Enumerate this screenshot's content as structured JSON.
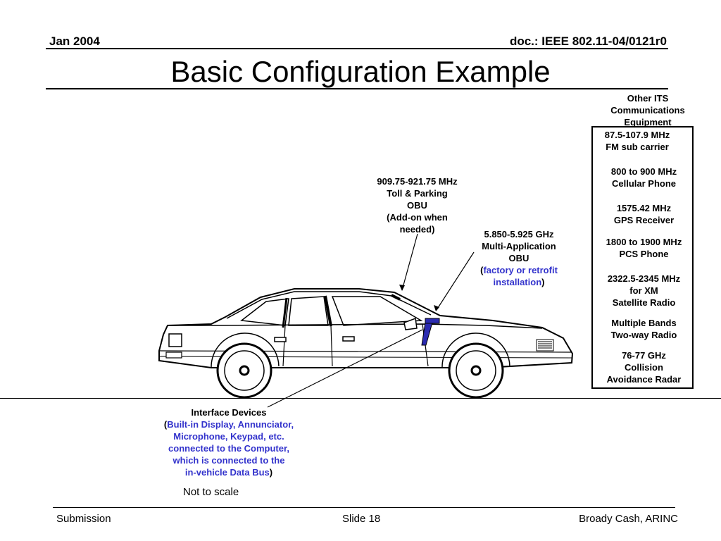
{
  "header": {
    "date": "Jan 2004",
    "doc": "doc.: IEEE 802.11-04/0121r0"
  },
  "title": "Basic Configuration Example",
  "its_panel": {
    "heading": [
      "Other ITS",
      "Communications",
      "Equipment"
    ],
    "items": [
      [
        "87.5-107.9 MHz",
        "FM sub carrier"
      ],
      [
        "800 to 900 MHz",
        "Cellular Phone"
      ],
      [
        "1575.42 MHz",
        "GPS Receiver"
      ],
      [
        "1800 to 1900 MHz",
        "PCS Phone"
      ],
      [
        "2322.5-2345 MHz",
        "for XM",
        "Satellite Radio"
      ],
      [
        "Multiple Bands",
        "Two-way Radio"
      ],
      [
        "76-77 GHz",
        "Collision",
        "Avoidance Radar"
      ]
    ]
  },
  "toll_obu": {
    "lines": [
      "909.75-921.75 MHz",
      "Toll & Parking",
      "OBU",
      "(Add-on when",
      "needed)"
    ]
  },
  "multi_obu": {
    "line1": "5.850-5.925 GHz",
    "line2": "Multi-Application",
    "line3": "OBU",
    "open_paren": "(",
    "install_a": "factory or retrofit",
    "install_b": "installation",
    "close_paren": ")"
  },
  "interface": {
    "heading": "Interface Devices",
    "open_paren": "(",
    "line1": "Built-in Display, Annunciator,",
    "line2": "Microphone, Keypad, etc.",
    "line3": "connected to the Computer,",
    "line4": "which is connected  to  the",
    "line5": "in-vehicle Data Bus",
    "close_paren": ")"
  },
  "note": "Not to scale",
  "footer": {
    "left": "Submission",
    "center": "Slide 18",
    "right": "Broady Cash, ARINC"
  },
  "colors": {
    "accent_text": "#3333cc",
    "obu_device": "#2b2bb0"
  }
}
